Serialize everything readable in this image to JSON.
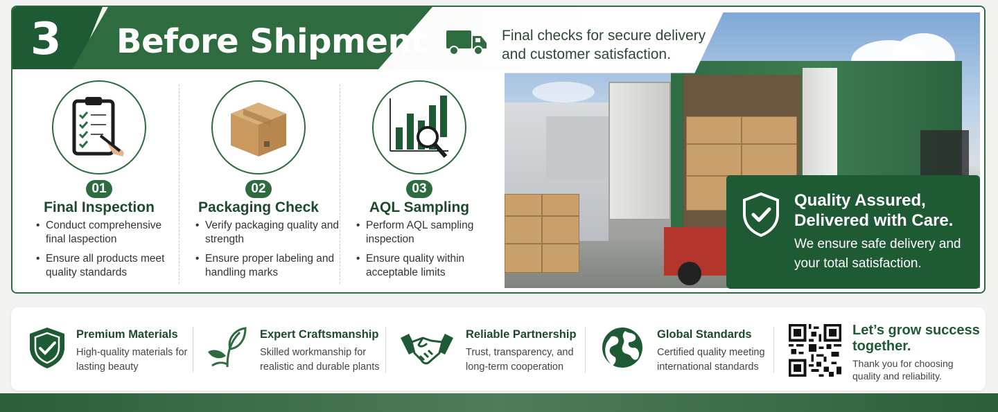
{
  "header": {
    "number": "3",
    "title": "Before Shipment",
    "subtitle": "Final checks for secure delivery and customer satisfaction."
  },
  "steps": [
    {
      "num": "01",
      "title": "Final Inspection",
      "icon": "clipboard-check-icon",
      "bullets": [
        "Conduct comprehensive final laspection",
        "Ensure all products meet quality standards"
      ]
    },
    {
      "num": "02",
      "title": "Packaging Check",
      "icon": "cardboard-box-icon",
      "bullets": [
        "Verify packaging quality and strength",
        "Ensure proper labeling and handling marks"
      ]
    },
    {
      "num": "03",
      "title": "AQL Sampling",
      "icon": "bar-chart-magnifier-icon",
      "bullets": [
        "Perform AQL sampling inspection",
        "Ensure quality within acceptable limits"
      ]
    }
  ],
  "quality": {
    "title": "Quality Assured, Delivered with Care.",
    "desc": "We ensure safe delivery and your total satisfaction."
  },
  "features": [
    {
      "title": "Premium Materials",
      "desc": "High-quality materials for lasting beauty",
      "icon": "shield-check-icon"
    },
    {
      "title": "Expert Craftsmanship",
      "desc": "Skilled workmanship for realistic and durable plants",
      "icon": "leaf-sprout-icon"
    },
    {
      "title": "Reliable Partnership",
      "desc": "Trust, transparency, and long-term cooperation",
      "icon": "handshake-icon"
    },
    {
      "title": "Global Standards",
      "desc": "Certified quality meeting international standards",
      "icon": "globe-icon"
    }
  ],
  "closing": {
    "title": "Let’s grow success together.",
    "desc": "Thank you for choosing quality and reliability."
  },
  "colors": {
    "brand_green": "#2e6b3f",
    "dark_green": "#1e5a33"
  }
}
